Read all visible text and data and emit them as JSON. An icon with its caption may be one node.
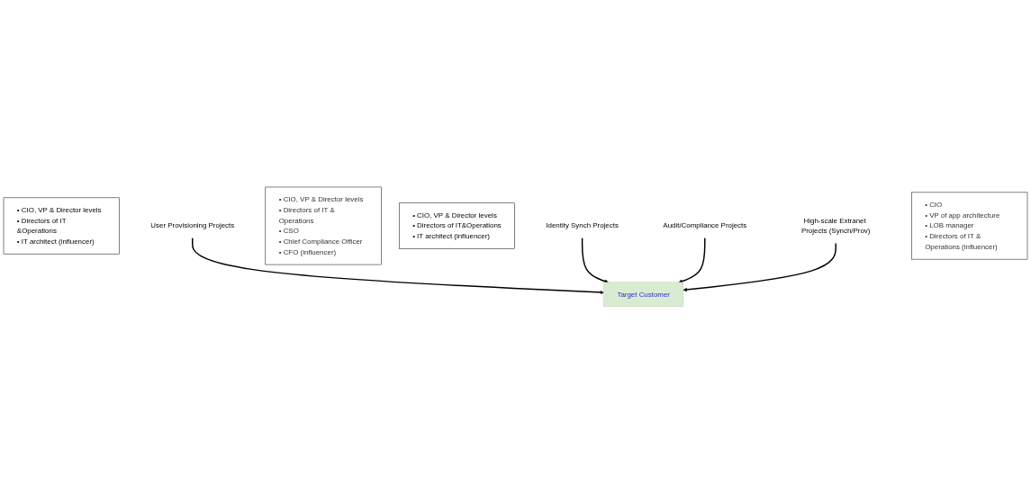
{
  "diagram": {
    "nodes": [
      {
        "text": [
          "• CIO, VP & Director levels",
          "• Directors of IT &Operations",
          "• IT architect (influencer)"
        ]
      },
      {
        "text": [
          "User Provisioning Projects"
        ]
      },
      {
        "text": [
          "• CIO, VP & Director levels",
          "• Directors of IT & Operations",
          "• CSO",
          "• Chief Compliance Officer",
          "• CFO (influencer)"
        ]
      },
      {
        "text": [
          "• CIO, VP & Director levels",
          "• Directors of IT&Operations",
          "• IT architect (influencer)"
        ]
      },
      {
        "text": [
          "Identity Synch Projects"
        ]
      },
      {
        "text": [
          "Target Customer"
        ]
      },
      {
        "text": [
          "Audit/Compliance Projects"
        ]
      },
      {
        "text": [
          "High-scale Extranet Projects (Synch/Prov)"
        ]
      },
      {
        "text": [
          "• CIO",
          "• VP of app architecture",
          "• LOB manager",
          "• Directors of IT & Operations (influencer)"
        ]
      }
    ],
    "edges": [
      {
        "from": 1,
        "to": 5,
        "arrow": "to"
      },
      {
        "from": 4,
        "to": 5,
        "arrow": "to"
      },
      {
        "from": 6,
        "to": 5,
        "arrow": "to"
      },
      {
        "from": 7,
        "to": 5,
        "arrow": "to"
      }
    ]
  }
}
